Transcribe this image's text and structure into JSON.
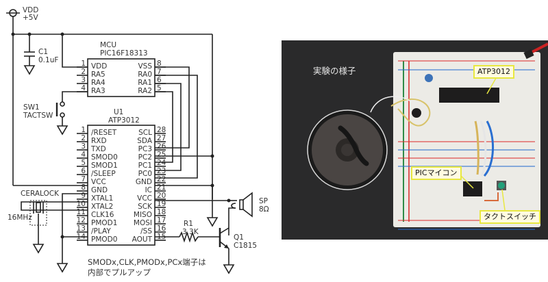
{
  "schematic": {
    "power": {
      "net": "VDD",
      "voltage": "+5V"
    },
    "capacitor": {
      "ref": "C1",
      "value": "0.1uF"
    },
    "mcu": {
      "title": "MCU",
      "part": "PIC16F18313",
      "left_pins": [
        {
          "num": "1",
          "name": "VDD"
        },
        {
          "num": "2",
          "name": "RA5"
        },
        {
          "num": "3",
          "name": "RA4"
        },
        {
          "num": "4",
          "name": "RA3"
        }
      ],
      "right_pins": [
        {
          "num": "8",
          "name": "VSS"
        },
        {
          "num": "7",
          "name": "RA0"
        },
        {
          "num": "6",
          "name": "RA1"
        },
        {
          "num": "5",
          "name": "RA2"
        }
      ]
    },
    "switch": {
      "ref": "SW1",
      "type": "TACTSW"
    },
    "u1": {
      "ref": "U1",
      "part": "ATP3012",
      "left_pins": [
        {
          "num": "1",
          "name": "/RESET"
        },
        {
          "num": "2",
          "name": "RXD"
        },
        {
          "num": "3",
          "name": "TXD"
        },
        {
          "num": "4",
          "name": "SMOD0"
        },
        {
          "num": "5",
          "name": "SMOD1"
        },
        {
          "num": "6",
          "name": "/SLEEP"
        },
        {
          "num": "7",
          "name": "VCC"
        },
        {
          "num": "8",
          "name": "GND"
        },
        {
          "num": "9",
          "name": "XTAL1"
        },
        {
          "num": "10",
          "name": "XTAL2"
        },
        {
          "num": "11",
          "name": "CLK16"
        },
        {
          "num": "12",
          "name": "PMOD1"
        },
        {
          "num": "13",
          "name": "/PLAY"
        },
        {
          "num": "14",
          "name": "PMOD0"
        }
      ],
      "right_pins": [
        {
          "num": "28",
          "name": "SCL"
        },
        {
          "num": "27",
          "name": "SDA"
        },
        {
          "num": "26",
          "name": "PC3"
        },
        {
          "num": "25",
          "name": "PC2"
        },
        {
          "num": "24",
          "name": "PC1"
        },
        {
          "num": "23",
          "name": "PC0"
        },
        {
          "num": "22",
          "name": "GND"
        },
        {
          "num": "21",
          "name": "IC"
        },
        {
          "num": "20",
          "name": "VCC"
        },
        {
          "num": "19",
          "name": "SCK"
        },
        {
          "num": "18",
          "name": "MISO"
        },
        {
          "num": "17",
          "name": "MOSI"
        },
        {
          "num": "16",
          "name": "/SS"
        },
        {
          "num": "15",
          "name": "AOUT"
        }
      ]
    },
    "resonator": {
      "type": "CERALOCK",
      "freq": "16MHz"
    },
    "resistor": {
      "ref": "R1",
      "value": "3.3K"
    },
    "transistor": {
      "ref": "Q1",
      "part": "C1815"
    },
    "speaker": {
      "ref": "SP",
      "impedance": "8Ω"
    },
    "note": [
      "SMODx,CLK,PMODx,PCx端子は",
      "内部でプルアップ"
    ]
  },
  "photo": {
    "title": "実験の様子",
    "callouts": {
      "atp": "ATP3012",
      "pic": "PICマイコン",
      "switch": "タクトスイッチ"
    }
  }
}
